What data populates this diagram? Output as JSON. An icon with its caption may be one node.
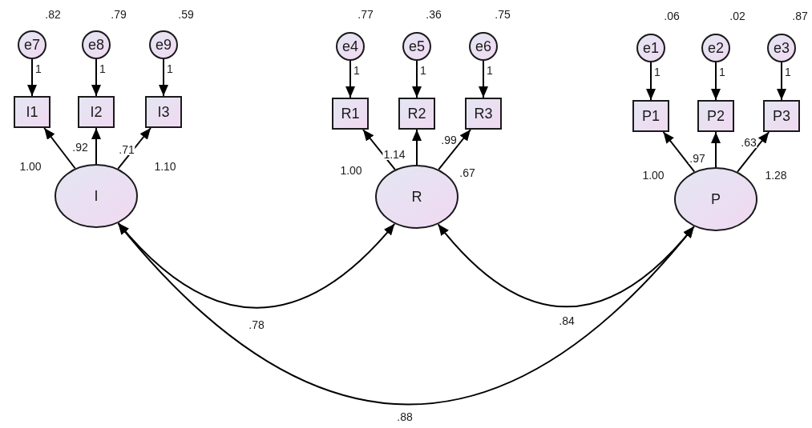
{
  "diagram": {
    "nodes": [
      {
        "text": [
          "e7"
        ],
        "beside": [
          ".82"
        ]
      },
      {
        "text": [
          "e8"
        ],
        "beside": [
          ".79"
        ]
      },
      {
        "text": [
          "e9"
        ],
        "beside": [
          ".59"
        ]
      },
      {
        "text": [
          "I1"
        ]
      },
      {
        "text": [
          "I2"
        ]
      },
      {
        "text": [
          "I3"
        ]
      },
      {
        "text": [
          "I"
        ],
        "beside": [
          "1.10"
        ]
      },
      {
        "text": [
          "e4"
        ],
        "beside": [
          ".77"
        ]
      },
      {
        "text": [
          "e5"
        ],
        "beside": [
          ".36"
        ]
      },
      {
        "text": [
          "e6"
        ],
        "beside": [
          ".75"
        ]
      },
      {
        "text": [
          "R1"
        ]
      },
      {
        "text": [
          "R2"
        ]
      },
      {
        "text": [
          "R3"
        ]
      },
      {
        "text": [
          "R"
        ],
        "beside": [
          ".67"
        ]
      },
      {
        "text": [
          "e1"
        ],
        "beside": [
          ".06"
        ]
      },
      {
        "text": [
          "e2"
        ],
        "beside": [
          ".02"
        ]
      },
      {
        "text": [
          "e3"
        ],
        "beside": [
          ".87"
        ]
      },
      {
        "text": [
          "P1"
        ]
      },
      {
        "text": [
          "P2"
        ]
      },
      {
        "text": [
          "P3"
        ]
      },
      {
        "text": [
          "P"
        ],
        "beside": [
          "1.28"
        ]
      }
    ],
    "edges": [
      {
        "from": 0,
        "to": 3,
        "arrow": "to",
        "label": "1"
      },
      {
        "from": 1,
        "to": 4,
        "arrow": "to",
        "label": "1"
      },
      {
        "from": 2,
        "to": 5,
        "arrow": "to",
        "label": "1"
      },
      {
        "from": 6,
        "to": 3,
        "arrow": "to",
        "label": "1.00"
      },
      {
        "from": 6,
        "to": 4,
        "arrow": "to",
        "label": ".92"
      },
      {
        "from": 6,
        "to": 5,
        "arrow": "to",
        "label": ".71"
      },
      {
        "from": 7,
        "to": 10,
        "arrow": "to",
        "label": "1"
      },
      {
        "from": 8,
        "to": 11,
        "arrow": "to",
        "label": "1"
      },
      {
        "from": 9,
        "to": 12,
        "arrow": "to",
        "label": "1"
      },
      {
        "from": 13,
        "to": 10,
        "arrow": "to",
        "label": "1.00"
      },
      {
        "from": 13,
        "to": 11,
        "arrow": "to",
        "label": "1.14"
      },
      {
        "from": 13,
        "to": 12,
        "arrow": "to",
        "label": ".99"
      },
      {
        "from": 14,
        "to": 17,
        "arrow": "to",
        "label": "1"
      },
      {
        "from": 15,
        "to": 18,
        "arrow": "to",
        "label": "1"
      },
      {
        "from": 16,
        "to": 19,
        "arrow": "to",
        "label": "1"
      },
      {
        "from": 20,
        "to": 17,
        "arrow": "to",
        "label": "1.00"
      },
      {
        "from": 20,
        "to": 18,
        "arrow": "to",
        "label": ".97"
      },
      {
        "from": 20,
        "to": 19,
        "arrow": "to",
        "label": ".63"
      },
      {
        "from": 6,
        "to": 13,
        "arrow": "both",
        "label": ".78"
      },
      {
        "from": 13,
        "to": 20,
        "arrow": "both",
        "label": ".84"
      },
      {
        "from": 6,
        "to": 20,
        "arrow": "both",
        "label": ".88"
      }
    ]
  }
}
